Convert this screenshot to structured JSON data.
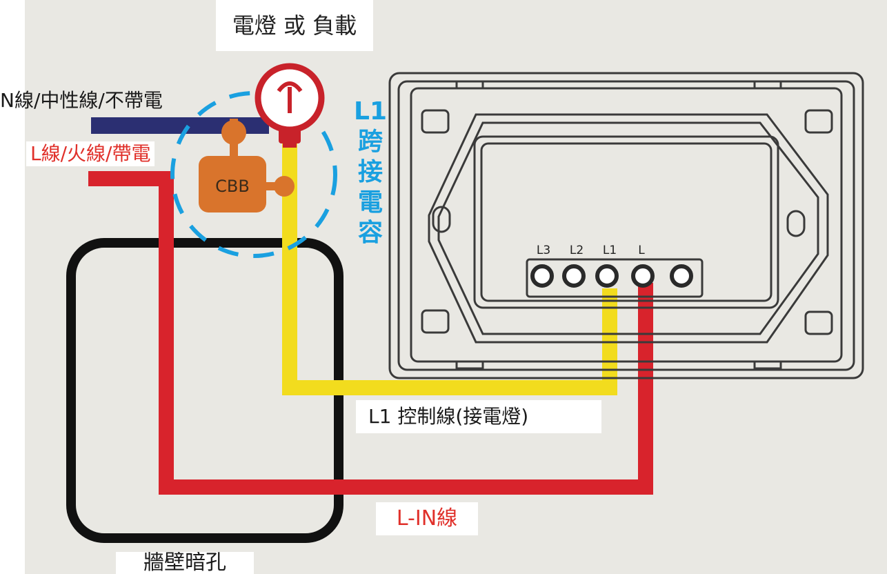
{
  "labels": {
    "title": "電燈 或 負載",
    "n_line": "N線/中性線/不帶電",
    "l_line": "L線/火線/帶電",
    "cbb": "CBB",
    "capacitor_vertical": [
      "L1",
      "跨",
      "接",
      "電",
      "容"
    ],
    "control_line": "L1  控制線(接電燈)",
    "l_in": "L-IN線",
    "wall_box": "牆壁暗孔"
  },
  "terminals": [
    "L3",
    "L2",
    "L1",
    "L"
  ],
  "colors": {
    "background": "#e9e8e3",
    "live_wire": "#d8232c",
    "neutral_wire": "#2b2f72",
    "control_wire": "#f2dc1e",
    "capacitor": "#d9742c",
    "bulb": "#c8222a",
    "highlight": "#1aa0e0",
    "wall_box": "#111111"
  }
}
